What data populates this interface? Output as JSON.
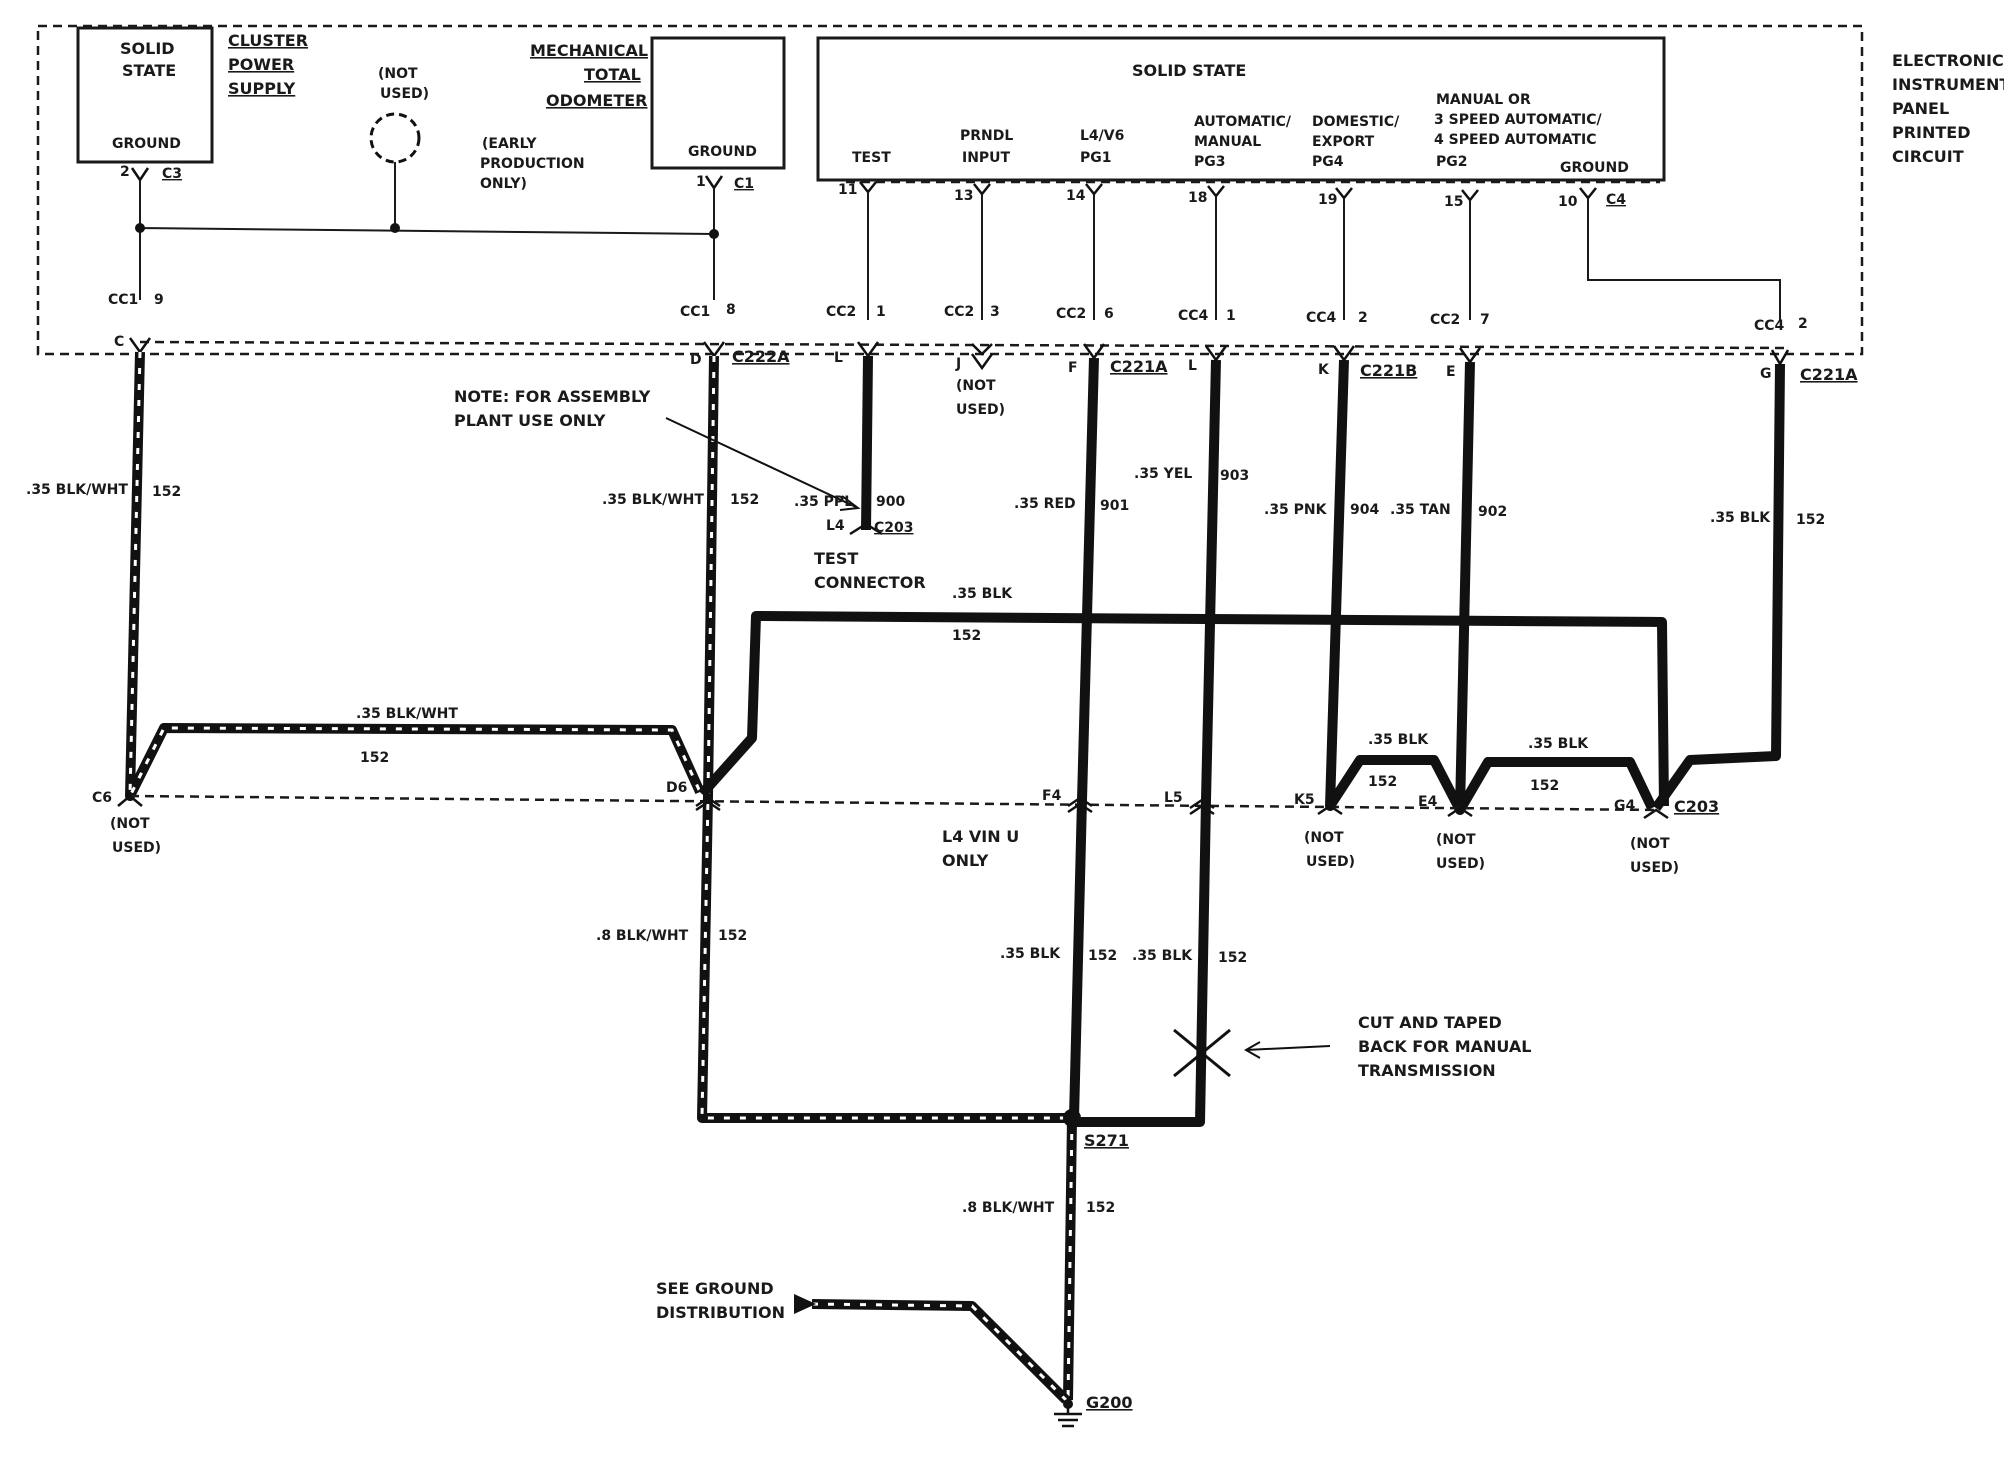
{
  "cluster": {
    "solid_state_left_1": "SOLID",
    "solid_state_left_2": "STATE",
    "ground_left": "GROUND",
    "power_supply_1": "CLUSTER",
    "power_supply_2": "POWER",
    "power_supply_3": "SUPPLY",
    "not_used_1": "(NOT",
    "not_used_2": "USED)",
    "early_1": "(EARLY",
    "early_2": "PRODUCTION",
    "early_3": "ONLY)",
    "mech_1": "MECHANICAL",
    "mech_2": "TOTAL",
    "mech_3": "ODOMETER",
    "ground_mid": "GROUND",
    "solid_state_main": "SOLID STATE",
    "test": "TEST",
    "prndl_1": "PRNDL",
    "prndl_2": "INPUT",
    "l4v6_1": "L4/V6",
    "l4v6_2": "PG1",
    "auto_1": "AUTOMATIC/",
    "auto_2": "MANUAL",
    "auto_3": "PG3",
    "dom_1": "DOMESTIC/",
    "dom_2": "EXPORT",
    "dom_3": "PG4",
    "man_1": "MANUAL OR",
    "man_2": "3 SPEED AUTOMATIC/",
    "man_3": "4 SPEED AUTOMATIC",
    "man_4": "PG2",
    "ground_right": "GROUND",
    "eip_1": "ELECTRONIC",
    "eip_2": "INSTRUMENT",
    "eip_3": "PANEL",
    "eip_4": "PRINTED",
    "eip_5": "CIRCUIT"
  },
  "pins": {
    "p2": "2",
    "c3": "C3",
    "p1": "1",
    "c1": "C1",
    "p11": "11",
    "p13": "13",
    "p14": "14",
    "p18": "18",
    "p19": "19",
    "p15": "15",
    "p10": "10",
    "c4": "C4",
    "cc1a": "CC1",
    "cc1a_n": "9",
    "cc1b": "CC1",
    "cc1b_n": "8",
    "cc2a": "CC2",
    "cc2a_n": "1",
    "cc2b": "CC2",
    "cc2b_n": "3",
    "cc2c": "CC2",
    "cc2c_n": "6",
    "cc4a": "CC4",
    "cc4a_n": "1",
    "cc4b": "CC4",
    "cc4b_n": "2",
    "cc2d": "CC2",
    "cc2d_n": "7",
    "cc4c": "CC4",
    "cc4c_n": "2"
  },
  "connectors": {
    "c_letter": "C",
    "d_letter": "D",
    "c222a": "C222A",
    "l_letter_1": "L",
    "j_letter": "J",
    "j_not_1": "(NOT",
    "j_not_2": "USED)",
    "f_letter": "F",
    "c221a_1": "C221A",
    "l_letter_2": "L",
    "k_letter": "K",
    "c221b": "C221B",
    "e_letter": "E",
    "g_letter": "G",
    "c221a_2": "C221A",
    "l4": "L4",
    "c203_test": "C203",
    "test_1": "TEST",
    "test_2": "CONNECTOR",
    "c6": "C6",
    "c6_not_1": "(NOT",
    "c6_not_2": "USED)",
    "d6": "D6",
    "f4": "F4",
    "l5": "L5",
    "k5": "K5",
    "k5_not_1": "(NOT",
    "k5_not_2": "USED)",
    "e4": "E4",
    "e4_not_1": "(NOT",
    "e4_not_2": "USED)",
    "g4": "G4",
    "c203": "C203",
    "g4_not_1": "(NOT",
    "g4_not_2": "USED)",
    "s271": "S271",
    "g200": "G200"
  },
  "wires": {
    "w1_gauge": ".35 BLK/WHT",
    "w1_num": "152",
    "w2_gauge": ".35 BLK/WHT",
    "w2_num": "152",
    "w3_gauge": ".35 PPL",
    "w3_num": "900",
    "w4_gauge": ".35 RED",
    "w4_num": "901",
    "w5_gauge": ".35 YEL",
    "w5_num": "903",
    "w6_gauge": ".35 PNK",
    "w6_num": "904",
    "w7_gauge": ".35 TAN",
    "w7_num": "902",
    "w8_gauge": ".35 BLK",
    "w8_num": "152",
    "h1_gauge": ".35 BLK",
    "h1_num": "152",
    "h2_gauge": ".35 BLK/WHT",
    "h2_num": "152",
    "h3_gauge": ".35 BLK",
    "h3_num": "152",
    "h4_gauge": ".35 BLK",
    "h4_num": "152",
    "b1_gauge": ".8 BLK/WHT",
    "b1_num": "152",
    "b2_gauge": ".35 BLK",
    "b2_num": "152",
    "b3_gauge": ".35 BLK",
    "b3_num": "152",
    "b4_gauge": ".8 BLK/WHT",
    "b4_num": "152"
  },
  "notes": {
    "assembly_1": "NOTE: FOR ASSEMBLY",
    "assembly_2": "PLANT USE ONLY",
    "l4vin_1": "L4 VIN U",
    "l4vin_2": "ONLY",
    "cut_1": "CUT AND TAPED",
    "cut_2": "BACK FOR MANUAL",
    "cut_3": "TRANSMISSION",
    "ground_1": "SEE GROUND",
    "ground_2": "DISTRIBUTION"
  }
}
